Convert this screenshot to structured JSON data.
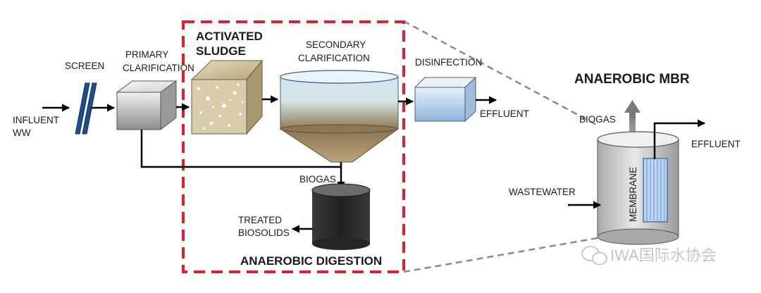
{
  "labels": {
    "screen": "SCREEN",
    "primary_1": "PRIMARY",
    "primary_2": "CLARIFICATION",
    "influent_1": "INFLUENT",
    "influent_2": "WW",
    "activated_1": "ACTIVATED",
    "activated_2": "SLUDGE",
    "secondary_1": "SECONDARY",
    "secondary_2": "CLARIFICATION",
    "disinfection": "DISINFECTION",
    "effluent_left": "EFFLUENT",
    "biogas_left": "BIOGAS",
    "treated_1": "TREATED",
    "treated_2": "BIOSOLIDS",
    "anaerobic_digestion": "ANAEROBIC DIGESTION",
    "anaerobic_mbr": "ANAEROBIC MBR",
    "biogas_right": "BIOGAS",
    "effluent_right": "EFFLUENT",
    "wastewater": "WASTEWATER",
    "membrane": "MEMBRANE"
  },
  "watermark": "IWA国际水协会",
  "colors": {
    "highlight_border": "#e0202a",
    "connector_dash": "#8a8a8a",
    "arrow": "#000000",
    "disinfection_fill": "#c6dcf0",
    "digester_fill": "#2b2b2b",
    "sludge_fill": "#d9ccab",
    "mbr_fill": "#c9c9c9",
    "membrane_fill": "#bcd6f2"
  },
  "icons": [
    "screen-bars-icon",
    "wechat-icon",
    "biogas-arrow-icon"
  ]
}
